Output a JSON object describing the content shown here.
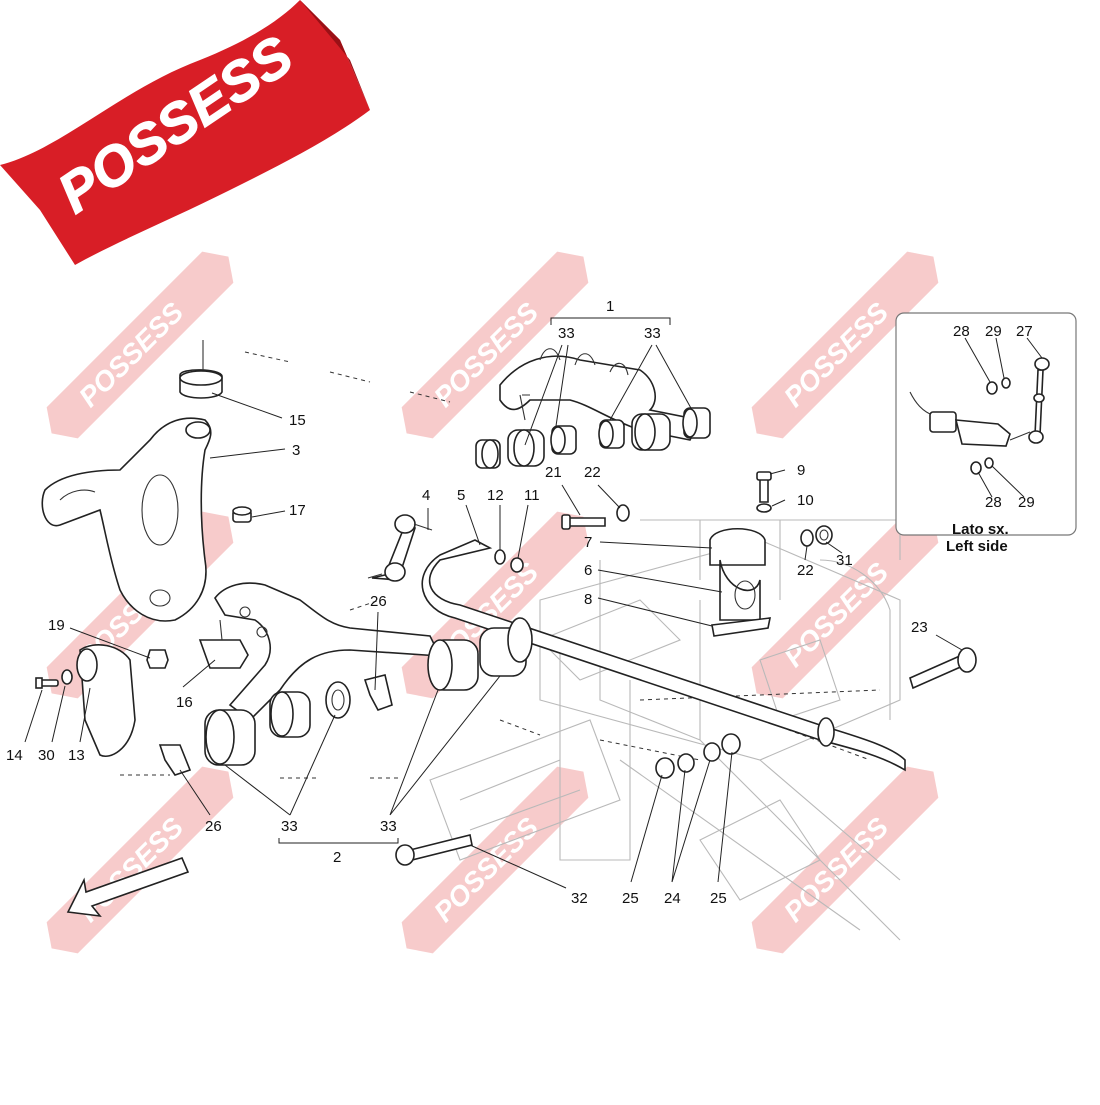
{
  "brand": {
    "name": "POSSESS",
    "color": "#d81e26"
  },
  "watermark": {
    "text": "POSSESS",
    "color": "#f3b0b0"
  },
  "inset": {
    "title_it": "Lato sx.",
    "title_en": "Left side"
  },
  "callouts": {
    "c1": "1",
    "c2": "2",
    "c3": "3",
    "c4": "4",
    "c5": "5",
    "c6": "6",
    "c7": "7",
    "c8": "8",
    "c9": "9",
    "c10": "10",
    "c11": "11",
    "c12": "12",
    "c13": "13",
    "c14": "14",
    "c15": "15",
    "c16": "16",
    "c17": "17",
    "c19": "19",
    "c21": "21",
    "c22a": "22",
    "c22b": "22",
    "c23": "23",
    "c24": "24",
    "c25a": "25",
    "c25b": "25",
    "c26a": "26",
    "c26b": "26",
    "c27": "27",
    "c28a": "28",
    "c28b": "28",
    "c29a": "29",
    "c29b": "29",
    "c30": "30",
    "c31": "31",
    "c32": "32",
    "c33a": "33",
    "c33b": "33",
    "c33c": "33",
    "c33d": "33"
  },
  "direction_arrow_icon": "front-direction-arrow-icon"
}
